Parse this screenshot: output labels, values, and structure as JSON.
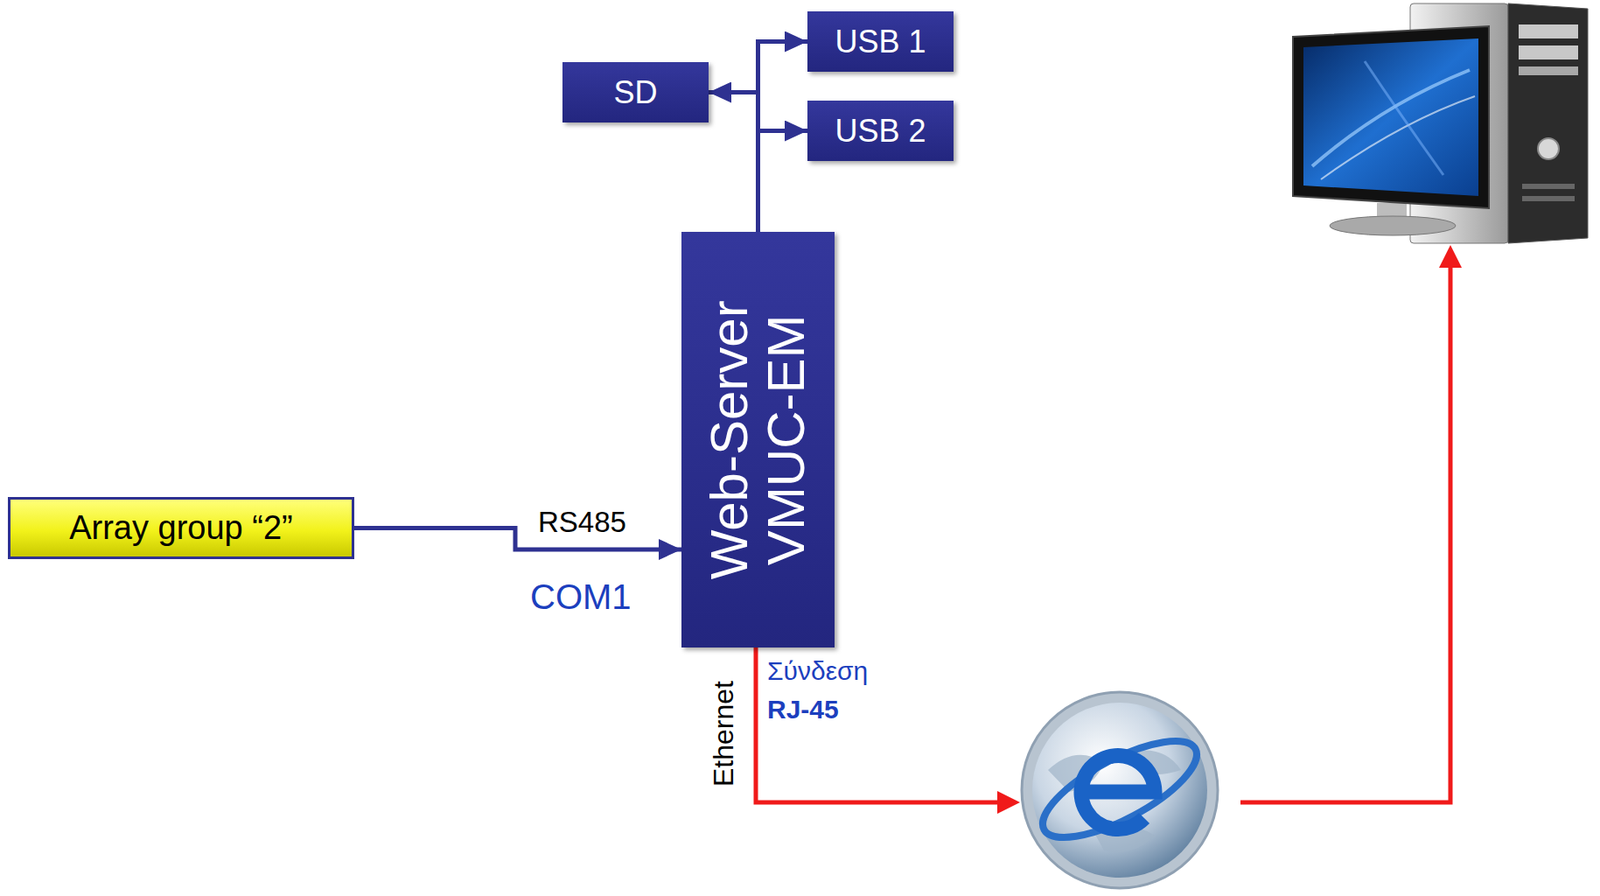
{
  "diagram": {
    "nodes": [
      {
        "text": [
          "USB 1"
        ]
      },
      {
        "text": [
          "SD"
        ]
      },
      {
        "text": [
          "USB 2"
        ]
      },
      {
        "text": [
          "Web-Server VMUC-EM"
        ]
      },
      {
        "text": [
          "Array group “2”"
        ]
      }
    ],
    "edges": [
      {
        "from": 4,
        "to": 3,
        "label": "RS485",
        "arrow": "to"
      },
      {
        "from": 3,
        "to": 0,
        "arrow": "to"
      },
      {
        "from": 3,
        "to": 1,
        "arrow": "to"
      },
      {
        "from": 3,
        "to": 2,
        "arrow": "to"
      }
    ],
    "labels": [
      "COM1",
      "Ethernet",
      "Σύνδεση",
      "RJ-45"
    ]
  }
}
